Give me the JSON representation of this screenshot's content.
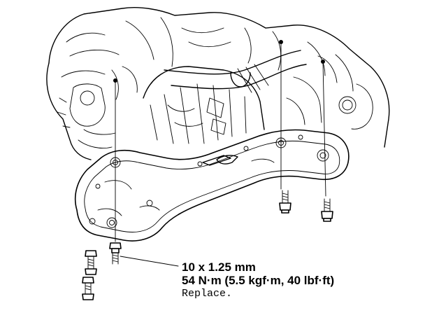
{
  "fastener_spec": {
    "size": "10 x 1.25 mm",
    "torque": "54 N·m (5.5 kgf·m, 40 lbf·ft)",
    "note": "Replace."
  }
}
